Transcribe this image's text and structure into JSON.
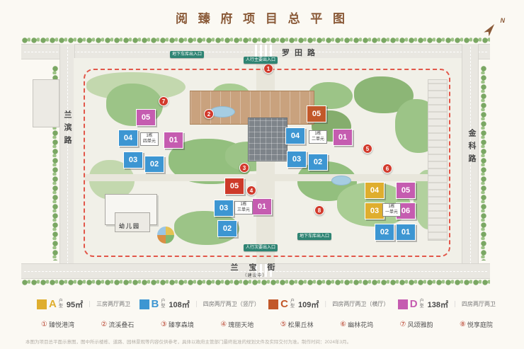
{
  "title": "阅 臻 府 项 目 总 平 图",
  "compass": {
    "label": "N"
  },
  "roads": {
    "top": "罗田路",
    "left": "兰滨路",
    "right": "金科路",
    "bottom": "兰 宝 街",
    "bottom_note": "（建设中）"
  },
  "entrances": [
    "地下车库出入口",
    "人行主要出入口",
    "地下车库出入口",
    "人行次要出入口"
  ],
  "kindergarten_label": "幼儿园",
  "clusters": [
    {
      "unit_line1": "1栋",
      "unit_line2": "四单元",
      "buildings": [
        {
          "num": "05"
        },
        {
          "num": "04"
        },
        {
          "num": "01"
        },
        {
          "num": "03"
        },
        {
          "num": "02"
        }
      ]
    },
    {
      "unit_line1": "1栋",
      "unit_line2": "二单元",
      "buildings": [
        {
          "num": "05"
        },
        {
          "num": "04"
        },
        {
          "num": "01"
        },
        {
          "num": "03"
        },
        {
          "num": "02"
        }
      ]
    },
    {
      "unit_line1": "1栋",
      "unit_line2": "三单元",
      "buildings": [
        {
          "num": "05"
        },
        {
          "num": "03"
        },
        {
          "num": "01"
        },
        {
          "num": "02"
        }
      ]
    },
    {
      "unit_line1": "1栋",
      "unit_line2": "一单元",
      "buildings": [
        {
          "num": "04"
        },
        {
          "num": "05"
        },
        {
          "num": "03"
        },
        {
          "num": "06"
        },
        {
          "num": "02"
        },
        {
          "num": "01"
        }
      ]
    }
  ],
  "markers": [
    "1",
    "2",
    "3",
    "4",
    "5",
    "6",
    "7",
    "8"
  ],
  "legend_sep": "｜",
  "legend_types": [
    {
      "letter": "A",
      "suffix": "户型",
      "area": "95㎡",
      "desc": "三房两厅两卫",
      "color": "#dfae2e"
    },
    {
      "letter": "B",
      "suffix": "户型",
      "area": "108㎡",
      "desc": "四房两厅两卫（竖厅）",
      "color": "#3d96d2"
    },
    {
      "letter": "C",
      "suffix": "户型",
      "area": "109㎡",
      "desc": "四房两厅两卫（横厅）",
      "color": "#c2582a"
    },
    {
      "letter": "D",
      "suffix": "户型",
      "area": "138㎡",
      "desc": "四房两厅两卫",
      "color": "#c55cb0"
    }
  ],
  "legend_spots": [
    {
      "num": "①",
      "label": "臻悦港湾"
    },
    {
      "num": "②",
      "label": "流溪叠石"
    },
    {
      "num": "③",
      "label": "臻享森境"
    },
    {
      "num": "④",
      "label": "瑰丽天地"
    },
    {
      "num": "⑤",
      "label": "松果丘林"
    },
    {
      "num": "⑥",
      "label": "幽林花坞"
    },
    {
      "num": "⑦",
      "label": "风颂雅韵"
    },
    {
      "num": "⑧",
      "label": "悦享庭院"
    }
  ],
  "disclaimer": "本图为项目总平面示意图，图中所示楼栋、道路、园林景观等内容仅供参考，具体以政府主管部门最终批准的规划文件及实际交付为准。制作时间：2024年3月。"
}
